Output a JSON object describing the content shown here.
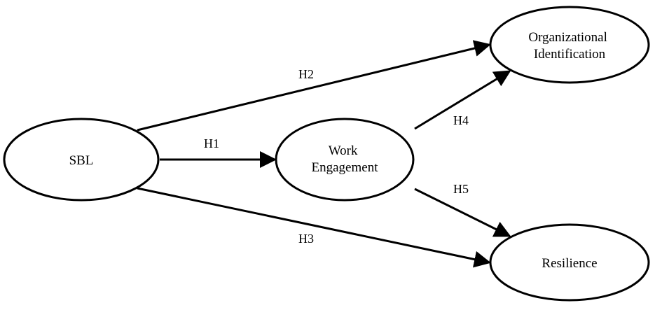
{
  "nodes": {
    "sbl": {
      "label_lines": [
        "SBL"
      ]
    },
    "work_engagement": {
      "label_lines": [
        "Work",
        "Engagement"
      ]
    },
    "organizational_identification": {
      "label_lines": [
        "Organizational",
        "Identification"
      ]
    },
    "resilience": {
      "label_lines": [
        "Resilience"
      ]
    }
  },
  "edges": {
    "h1": {
      "label": "H1",
      "from": "SBL",
      "to": "Work Engagement"
    },
    "h2": {
      "label": "H2",
      "from": "SBL",
      "to": "Organizational Identification"
    },
    "h3": {
      "label": "H3",
      "from": "SBL",
      "to": "Resilience"
    },
    "h4": {
      "label": "H4",
      "from": "Work Engagement",
      "to": "Organizational Identification"
    },
    "h5": {
      "label": "H5",
      "from": "Work Engagement",
      "to": "Resilience"
    }
  }
}
